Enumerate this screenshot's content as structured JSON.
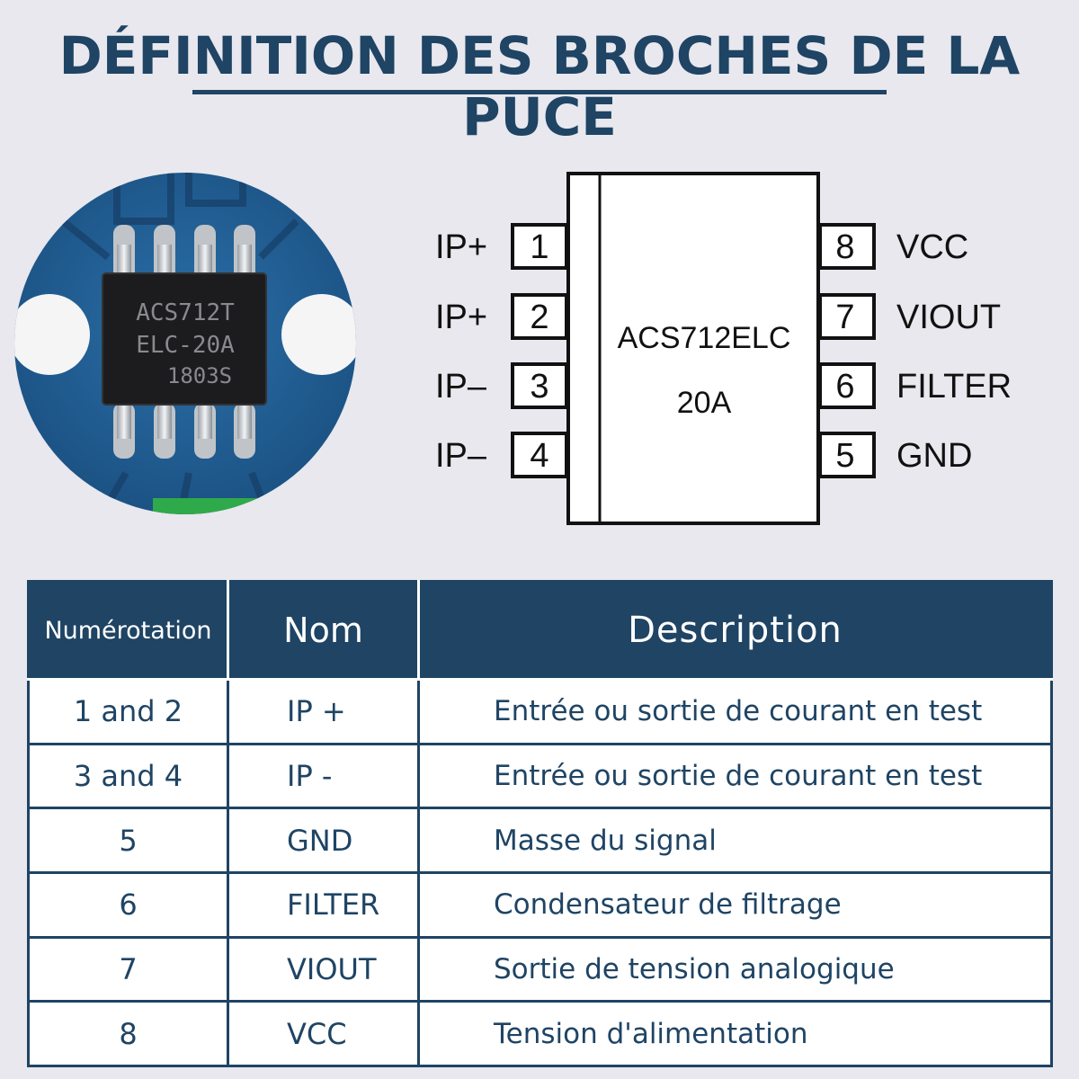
{
  "title": "DÉFINITION DES BROCHES DE LA PUCE",
  "chip_photo": {
    "marking_lines": [
      "ACS712T",
      "ELC-20A",
      "1803S"
    ]
  },
  "pin_diagram": {
    "chip_name": "ACS712ELC",
    "chip_rating": "20A",
    "left_pins": [
      {
        "number": "1",
        "label": "IP+"
      },
      {
        "number": "2",
        "label": "IP+"
      },
      {
        "number": "3",
        "label": "IP–"
      },
      {
        "number": "4",
        "label": "IP–"
      }
    ],
    "right_pins": [
      {
        "number": "8",
        "label": "VCC"
      },
      {
        "number": "7",
        "label": "VIOUT"
      },
      {
        "number": "6",
        "label": "FILTER"
      },
      {
        "number": "5",
        "label": "GND"
      }
    ]
  },
  "table": {
    "headers": [
      "Numérotation",
      "Nom",
      "Description"
    ],
    "rows": [
      [
        "1 and 2",
        "IP +",
        "Entrée ou sortie de courant en test"
      ],
      [
        "3 and 4",
        "IP -",
        "Entrée ou sortie de courant en test"
      ],
      [
        "5",
        "GND",
        "Masse du signal"
      ],
      [
        "6",
        "FILTER",
        "Condensateur de filtrage"
      ],
      [
        "7",
        "VIOUT",
        "Sortie de tension analogique"
      ],
      [
        "8",
        "VCC",
        "Tension d'alimentation"
      ]
    ]
  },
  "colors": {
    "primary": "#1f4464",
    "background": "#e8e8ee",
    "pcb_blue": "#1f5d95"
  }
}
